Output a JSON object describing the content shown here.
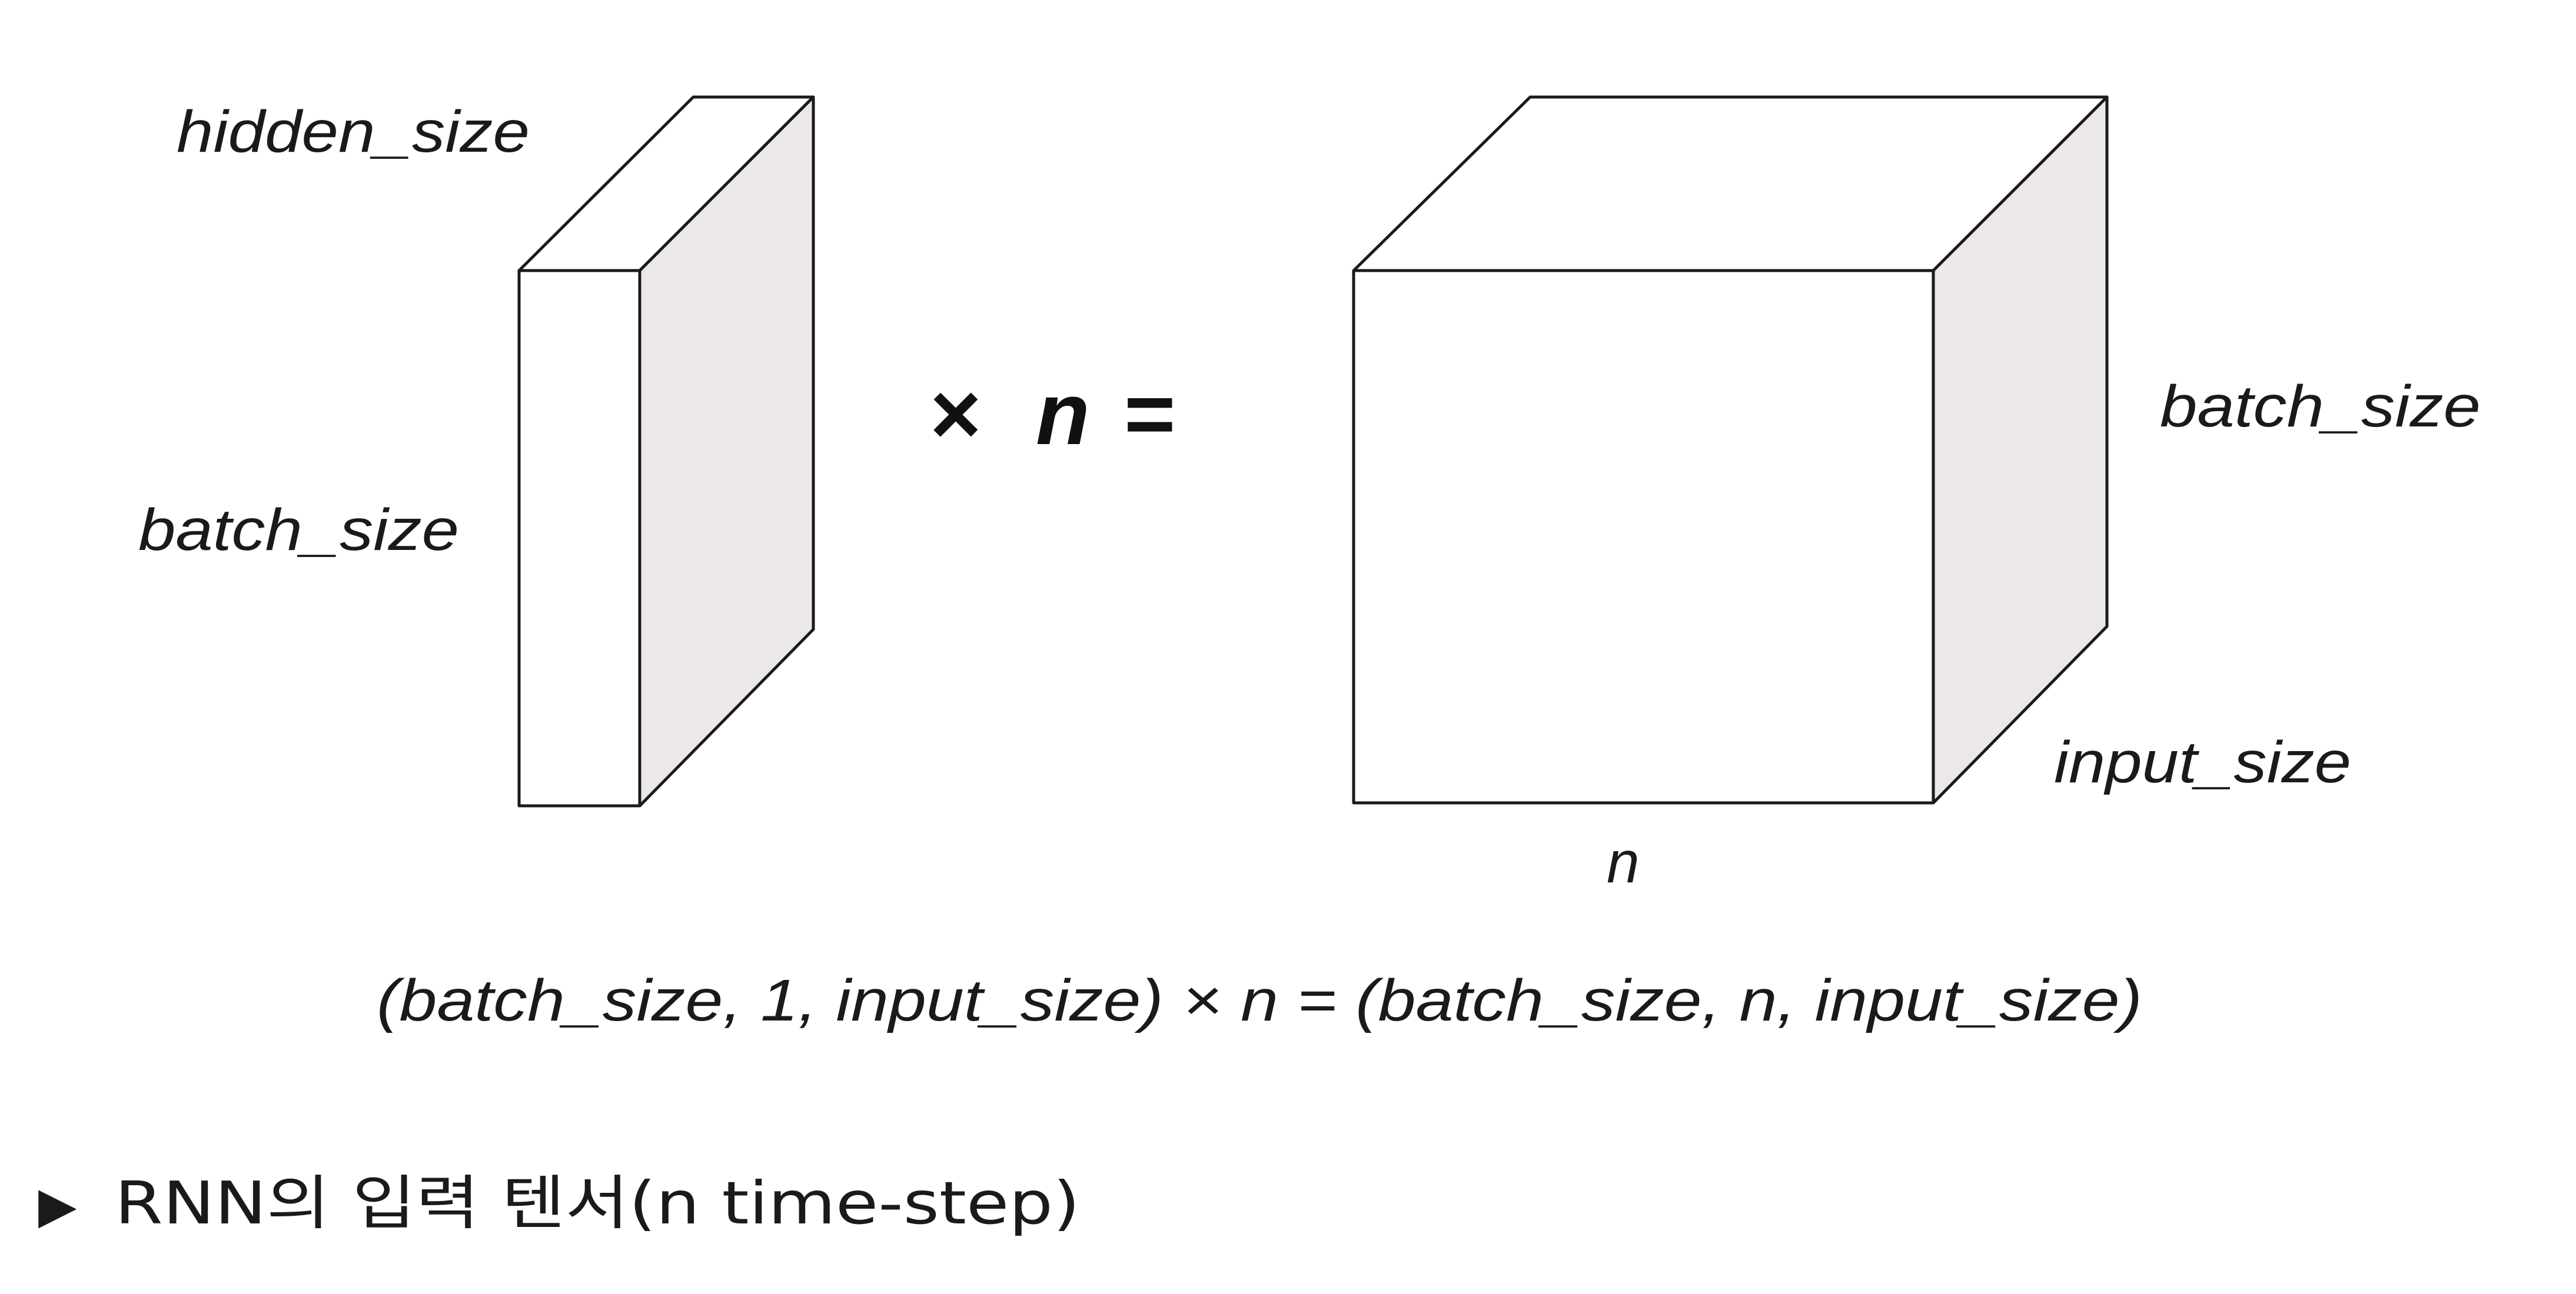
{
  "diagram": {
    "left_tensor": {
      "depth_label": "hidden_size",
      "height_label": "batch_size"
    },
    "operator": {
      "times": "×",
      "count": "n",
      "equals": "="
    },
    "right_tensor": {
      "height_label": "batch_size",
      "depth_label": "input_size",
      "width_label": "n"
    },
    "equation": "(batch_size, 1, input_size) × n = (batch_size, n, input_size)",
    "caption": {
      "marker": "▶",
      "text": "RNN의 입력 텐서(n time-step)"
    },
    "colors": {
      "side_face": "#ece8ea",
      "front_face": "#ffffff",
      "edge": "#1a1a1a"
    }
  }
}
